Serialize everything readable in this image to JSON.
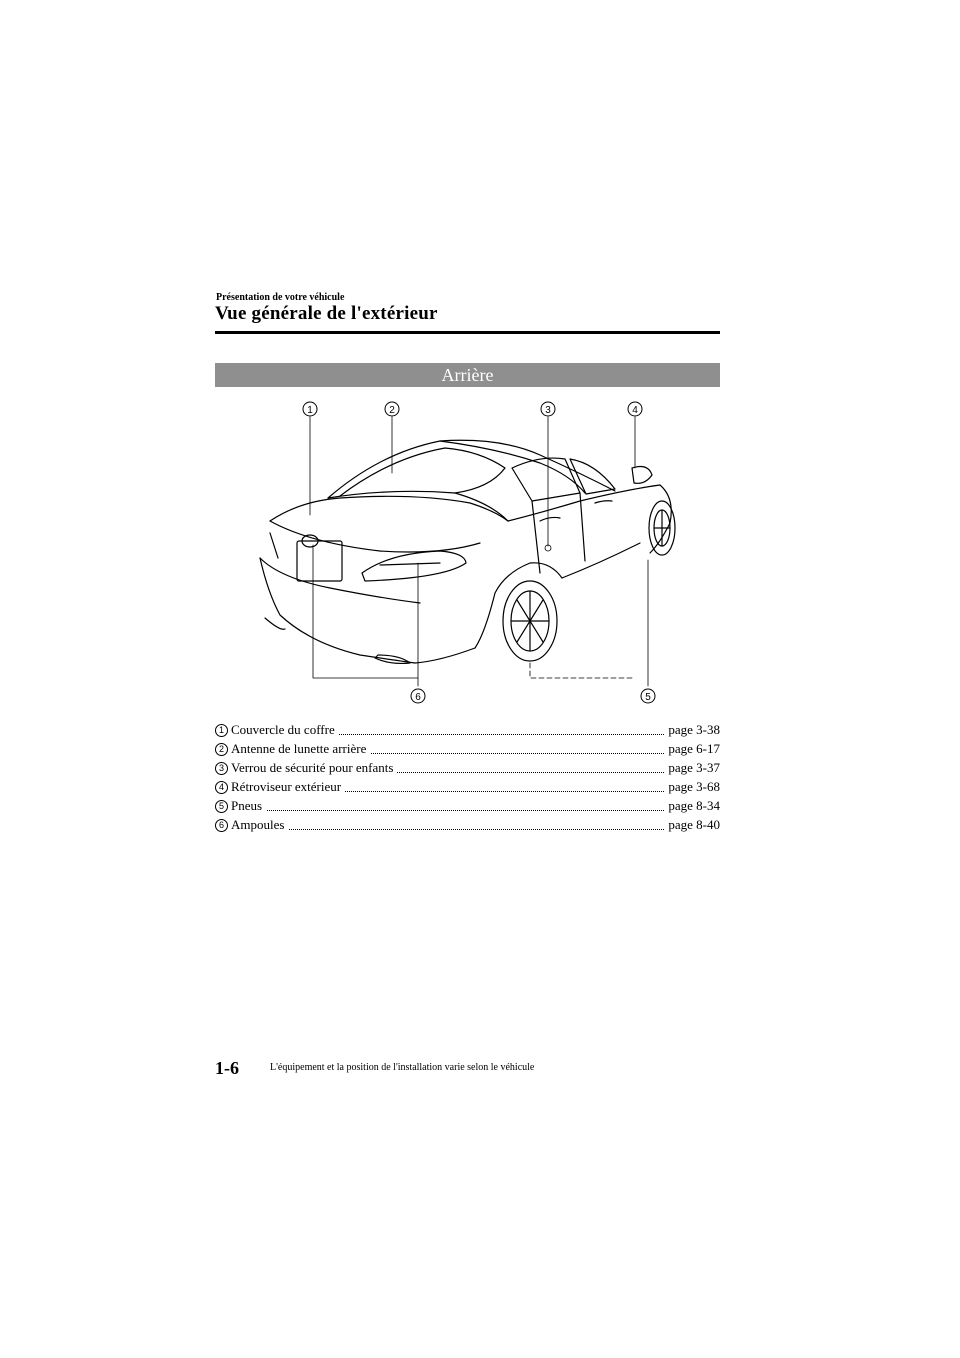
{
  "header": {
    "section": "Présentation de votre véhicule",
    "title": "Vue générale de l'extérieur"
  },
  "banner": "Arrière",
  "callout_numbers": [
    "1",
    "2",
    "3",
    "4",
    "5",
    "6"
  ],
  "legend": [
    {
      "num": "1",
      "label": "Couvercle du coffre",
      "page": "page 3-38"
    },
    {
      "num": "2",
      "label": "Antenne de lunette arrière",
      "page": "page 6-17"
    },
    {
      "num": "3",
      "label": "Verrou de sécurité pour enfants",
      "page": "page 3-37"
    },
    {
      "num": "4",
      "label": "Rétroviseur extérieur",
      "page": "page 3-68"
    },
    {
      "num": "5",
      "label": "Pneus",
      "page": "page 8-34"
    },
    {
      "num": "6",
      "label": "Ampoules",
      "page": "page 8-40"
    }
  ],
  "footer": {
    "page_number": "1-6",
    "note": "L'équipement et la position de l'installation varie selon le véhicule"
  }
}
